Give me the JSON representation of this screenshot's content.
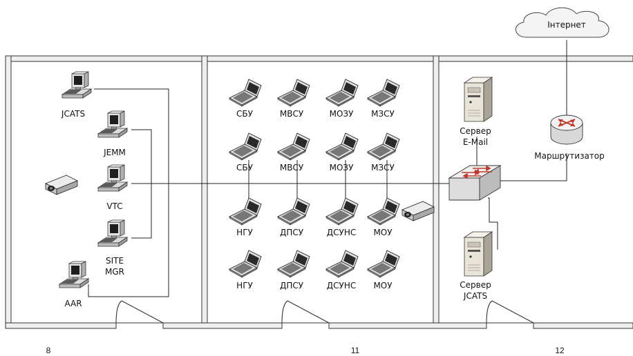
{
  "internet": {
    "label": "Інтернет"
  },
  "room8": {
    "number": "8",
    "devices": {
      "jcats": "JCATS",
      "jemm": "JEMM",
      "vtc": "VTC",
      "site_mgr": [
        "SITE",
        "MGR"
      ],
      "aar": "AAR"
    }
  },
  "room11": {
    "number": "11",
    "rows": [
      [
        "СБУ",
        "МВСУ",
        "МОЗУ",
        "МЗСУ"
      ],
      [
        "СБУ",
        "МВСУ",
        "МОЗУ",
        "МЗСУ"
      ],
      [
        "НГУ",
        "ДПСУ",
        "ДСУНС",
        "МОУ"
      ],
      [
        "НГУ",
        "ДПСУ",
        "ДСУНС",
        "МОУ"
      ]
    ]
  },
  "room12": {
    "number": "12",
    "email_server": [
      "Сервер",
      "E-Mail"
    ],
    "jcats_server": [
      "Сервер",
      "JCATS"
    ],
    "router": "Маршрутизатор"
  },
  "colors": {
    "line": "#222222",
    "wall": "#333333",
    "wall_fill": "#eeeeee",
    "router_red": "#c0392b"
  },
  "icons": [
    "cloud-icon",
    "desktop-pc-icon",
    "laptop-icon",
    "projector-icon",
    "server-icon",
    "switch-icon",
    "router-icon",
    "door-icon"
  ]
}
